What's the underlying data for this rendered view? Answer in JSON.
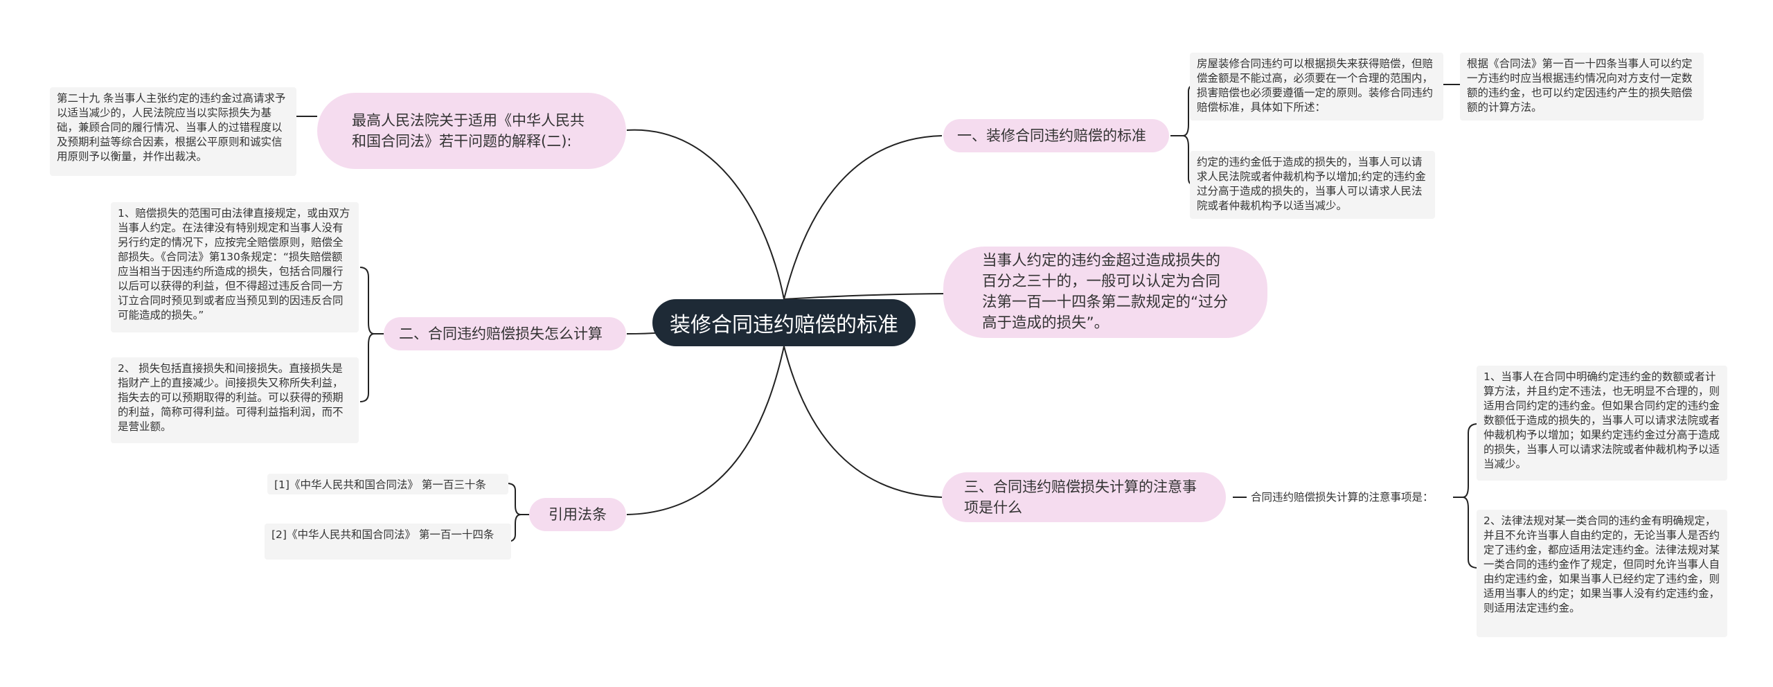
{
  "root": "装修合同违约赔偿的标准",
  "right": {
    "b1": {
      "label": "一、装修合同违约赔偿的标准",
      "n1": "房屋装修合同违约可以根据损失来获得赔偿，但赔偿金额是不能过高，必须要在一个合理的范围内，损害赔偿也必须要遵循一定的原则。装修合同违约赔偿标准，具体如下所述：",
      "n1a": "根据《合同法》第一百一十四条当事人可以约定一方违约时应当根据违约情况向对方支付一定数额的违约金，也可以约定因违约产生的损失赔偿额的计算方法。",
      "n2": "约定的违约金低于造成的损失的，当事人可以请求人民法院或者仲裁机构予以增加;约定的违约金过分高于造成的损失的，当事人可以请求人民法院或者仲裁机构予以适当减少。"
    },
    "b2": {
      "label": "当事人约定的违约金超过造成损失的百分之三十的，一般可以认定为合同法第一百一十四条第二款规定的“过分高于造成的损失”。"
    },
    "b3": {
      "label": "三、合同违约赔偿损失计算的注意事项是什么",
      "sub": "合同违约赔偿损失计算的注意事项是：",
      "n1": "1、当事人在合同中明确约定违约金的数额或者计算方法，并且约定不违法，也无明显不合理的，则适用合同约定的违约金。但如果合同约定的违约金数额低于造成的损失的，当事人可以请求法院或者仲裁机构予以增加；如果约定违约金过分高于造成的损失，当事人可以请求法院或者仲裁机构予以适当减少。",
      "n2": "2、法律法规对某一类合同的违约金有明确规定，并且不允许当事人自由约定的，无论当事人是否约定了违约金，都应适用法定违约金。法律法规对某一类合同的违约金作了规定，但同时允许当事人自由约定违约金，如果当事人已经约定了违约金，则适用当事人的约定；如果当事人没有约定违约金，则适用法定违约金。"
    }
  },
  "left": {
    "b1": {
      "label": "最高人民法院关于适用《中华人民共和国合同法》若干问题的解释(二):",
      "n1": "第二十九 条当事人主张约定的违约金过高请求予以适当减少的，人民法院应当以实际损失为基础，兼顾合同的履行情况、当事人的过错程度以及预期利益等综合因素，根据公平原则和诚实信用原则予以衡量，并作出裁决。"
    },
    "b2": {
      "label": "二、合同违约赔偿损失怎么计算",
      "n1": "1、赔偿损失的范围可由法律直接规定，或由双方当事人约定。在法律没有特别规定和当事人没有另行约定的情况下，应按完全赔偿原则，赔偿全部损失。《合同法》第130条规定：“损失赔偿额应当相当于因违约所造成的损失，包括合同履行以后可以获得的利益，但不得超过违反合同一方订立合同时预见到或者应当预见到的因违反合同可能造成的损失。”",
      "n2": "2、 损失包括直接损失和间接损失。直接损失是指财产上的直接减少。间接损失又称所失利益，指失去的可以预期取得的利益。可以获得的预期的利益，简称可得利益。可得利益指利润，而不是营业额。"
    },
    "b3": {
      "label": "引用法条",
      "n1": "[1]《中华人民共和国合同法》 第一百三十条",
      "n2": "[2]《中华人民共和国合同法》 第一百一十四条"
    }
  }
}
